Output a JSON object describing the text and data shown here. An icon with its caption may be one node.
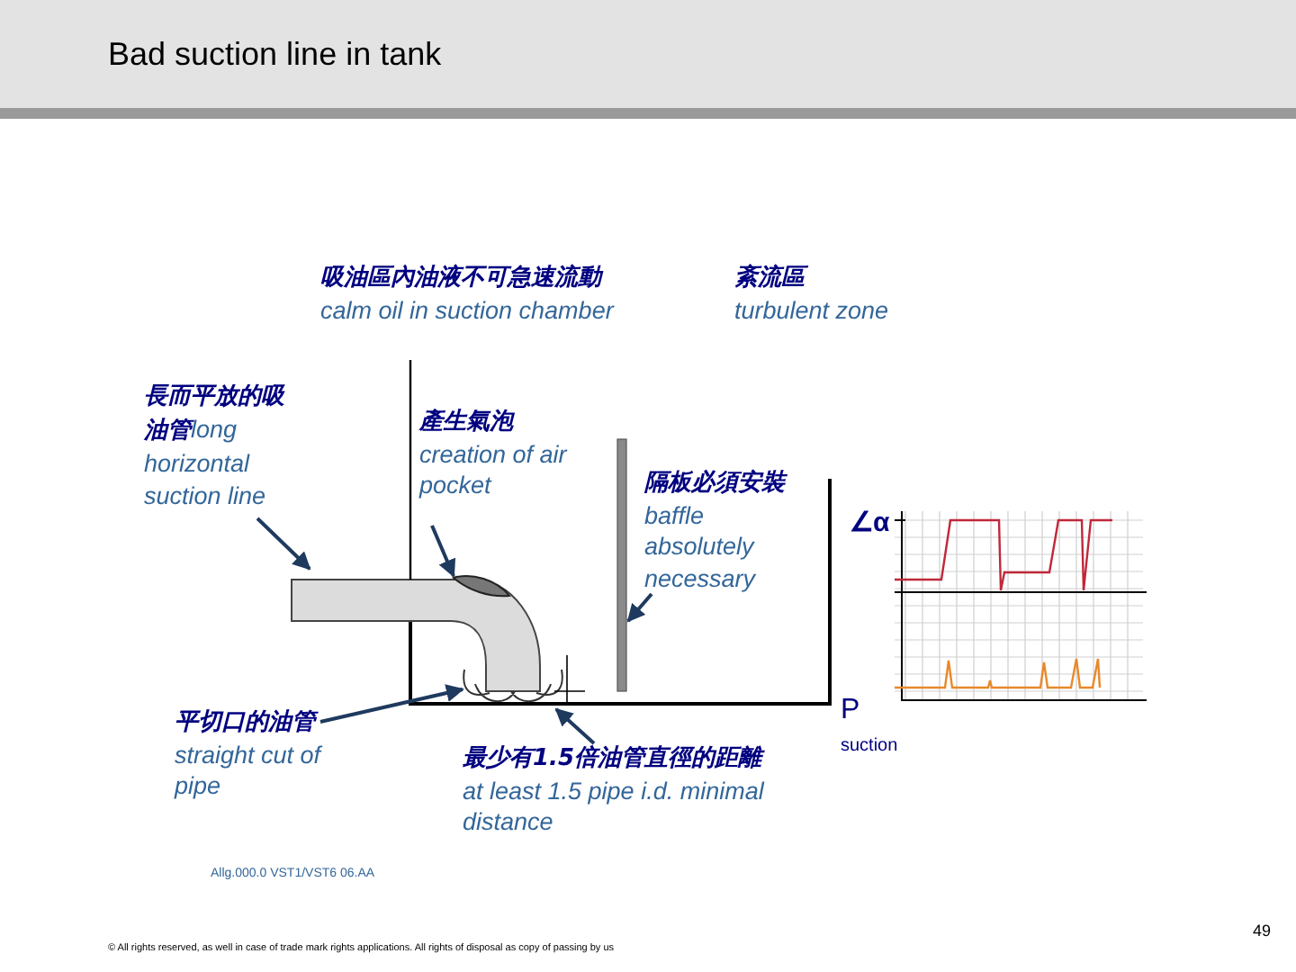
{
  "diagram": {
    "title": "Bad suction line in tank",
    "nodes": [
      {
        "text": [
          "吸油區內油液不可急速流動",
          "calm oil in suction chamber"
        ]
      },
      {
        "text": [
          "長而平放的吸油管",
          "long horizontal suction line"
        ]
      },
      {
        "text": [
          "產生氣泡",
          "creation of air pocket"
        ]
      },
      {
        "text": [
          "隔板必須安裝",
          "baffle absolutely necessary"
        ]
      },
      {
        "text": [
          "平切口的油管",
          "straight cut of pipe"
        ]
      },
      {
        "text": [
          "最少有1.5倍油管直徑的距離",
          "at least 1.5 pipe i.d. minimal distance"
        ]
      },
      {
        "text": [],
        "shape": "picture"
      },
      {
        "text": [],
        "shape": "picture"
      },
      {
        "text": [],
        "shape": "bar"
      }
    ],
    "edges": [
      {
        "from": 1,
        "to": 6,
        "arrow": "to"
      },
      {
        "from": 0,
        "to": 6,
        "arrow": "none",
        "color": "#000000"
      },
      {
        "from": 2,
        "to": 7,
        "arrow": "to"
      },
      {
        "from": 3,
        "to": 8,
        "arrow": "to"
      },
      {
        "from": 4,
        "to": 6,
        "arrow": "to"
      },
      {
        "from": 5,
        "to": null,
        "arrow": "to"
      }
    ],
    "labels": [
      "紊流區",
      "turbulent zone",
      "∠α",
      "P",
      "suction",
      "Allg.000.0 VST1/VST6 06.AA",
      "© All rights reserved, as well in case of trade mark rights applications. All rights of disposal as copy of passing by us",
      "49"
    ]
  }
}
